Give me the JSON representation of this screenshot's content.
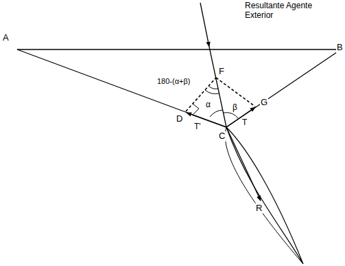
{
  "diagram": {
    "labels": [
      "Resultante Agente Exterior",
      "A",
      "B",
      "F",
      "180-(α+β)",
      "D",
      "α",
      "β",
      "G",
      "T'",
      "T",
      "C",
      "R"
    ]
  }
}
